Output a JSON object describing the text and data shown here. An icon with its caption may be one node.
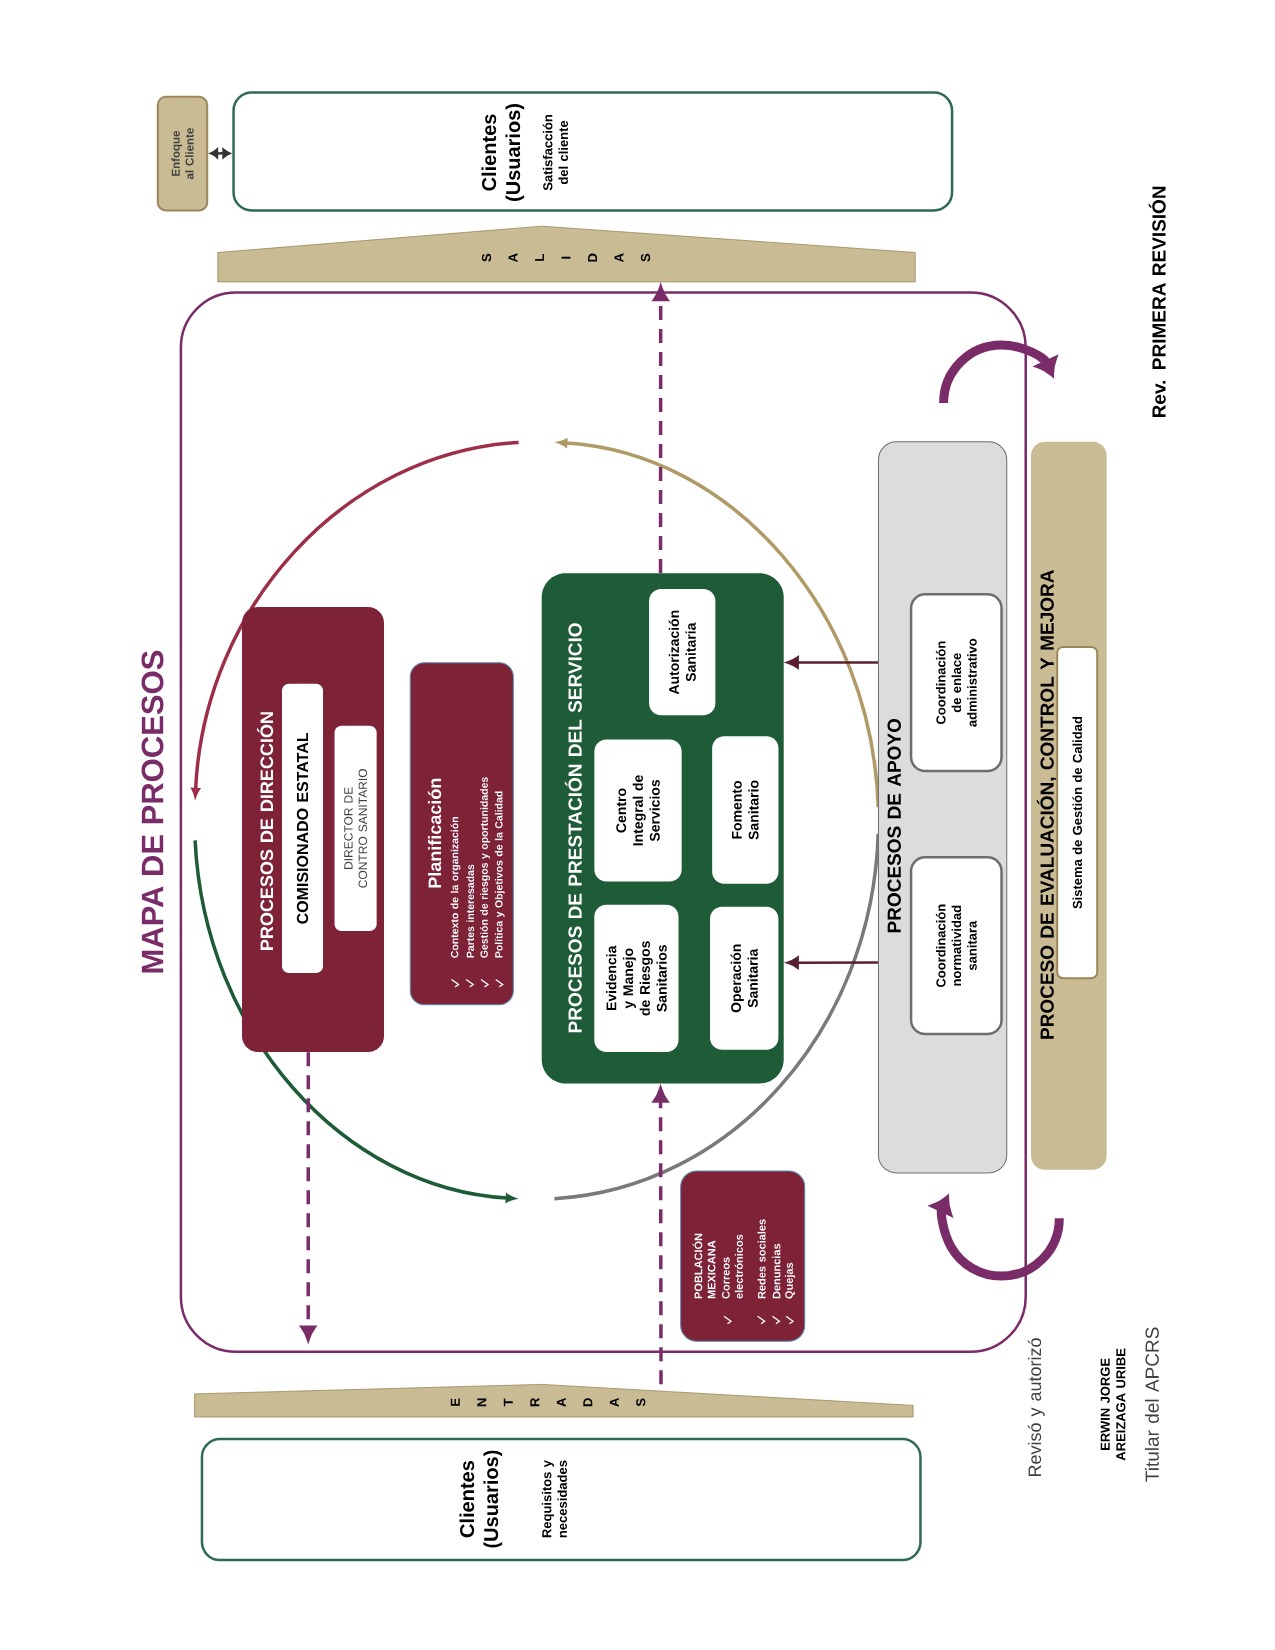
{
  "diagram": {
    "title": "MAPA DE PROCESOS",
    "nodes": [
      {
        "text": [
          "Clientes (Usuarios)",
          "Requisitos y necesidades"
        ]
      },
      {
        "text": [
          "E N T R A D A S"
        ]
      },
      {
        "text": [
          "PROCESOS DE DIRECCIÓN"
        ]
      },
      {
        "text": [
          "COMISIONADO ESTATAL"
        ],
        "in": 2
      },
      {
        "text": [
          "DIRECTOR DE CONTRO SANITARIO"
        ],
        "in": 2
      },
      {
        "text": [
          "Planificación",
          "Contexto de la organización",
          "Partes interesadas",
          "Gestión de riesgos y oportunidades",
          "Política y Objetivos de la Calidad"
        ]
      },
      {
        "text": [
          "PROCESOS DE PRESTACIÓN DEL SERVICIO"
        ]
      },
      {
        "text": [
          "Evidencia y Manejo de Riesgos Sanitarios"
        ],
        "in": 6
      },
      {
        "text": [
          "Centro Integral de Servicios"
        ],
        "in": 6
      },
      {
        "text": [
          "Autorización Sanitaria"
        ],
        "in": 6
      },
      {
        "text": [
          "Operación Sanitaria"
        ],
        "in": 6
      },
      {
        "text": [
          "Fomento Sanitario"
        ],
        "in": 6
      },
      {
        "text": [
          "POBLACIÓN MEXICANA",
          "Correos electrónicos",
          "Redes sociales",
          "Denuncias",
          "Quejas"
        ]
      },
      {
        "text": [
          "PROCESOS DE APOYO"
        ]
      },
      {
        "text": [
          "Coordinación normatividad sanitara"
        ],
        "in": 13
      },
      {
        "text": [
          "Coordinación de enlace administrativo"
        ],
        "in": 13
      },
      {
        "text": [
          "PROCESO DE EVALUACIÓN, CONTROL Y MEJORA"
        ]
      },
      {
        "text": [
          "Sistema de Gestión de Calidad"
        ],
        "in": 16
      },
      {
        "text": [
          "S A L I D A S"
        ]
      },
      {
        "text": [
          "Clientes (Usuarios)",
          "Satisfacción del cliente"
        ]
      },
      {
        "text": [
          "Enfoque al Cliente"
        ]
      }
    ],
    "edges": [
      {
        "from": 2,
        "to": null,
        "arrow": "to",
        "style": "dashed",
        "color": "#7a2c68"
      },
      {
        "from": 1,
        "to": 6,
        "arrow": "to",
        "style": "dashed",
        "color": "#7a2c68"
      },
      {
        "from": 6,
        "to": 18,
        "arrow": "to",
        "style": "dashed",
        "color": "#7a2c68"
      },
      {
        "from": 13,
        "to": 6,
        "arrow": "to",
        "color": "#5a1f32"
      },
      {
        "from": 13,
        "to": 6,
        "arrow": "to",
        "color": "#5a1f32"
      },
      {
        "from": 20,
        "to": 19,
        "arrow": "both",
        "color": "#333333"
      }
    ],
    "labels": [
      "Rev. PRIMERA REVISIÓN",
      "Revisó y autorizó",
      "ERWIN JORGE AREIZAGA URIBE",
      "Titular del APCRS"
    ]
  }
}
